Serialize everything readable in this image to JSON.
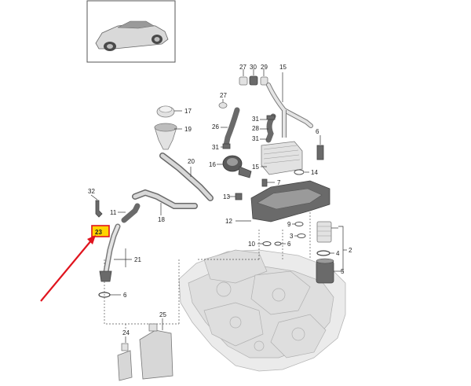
{
  "callouts": {
    "c27a": "27",
    "c30": "30",
    "c29": "29",
    "c15a": "15",
    "c27b": "27",
    "c17": "17",
    "c19": "19",
    "c31a": "31",
    "c26": "26",
    "c28": "28",
    "c31b": "31",
    "c31c": "31",
    "c15b": "15",
    "c16": "16",
    "c20": "20",
    "c7": "7",
    "c13": "13",
    "c32": "32",
    "c11": "11",
    "c18": "18",
    "c12": "12",
    "c14": "14",
    "c9": "9",
    "c3": "3",
    "c2": "2",
    "c4": "4",
    "c23": "23",
    "c21": "21",
    "c10": "10",
    "c6a": "6",
    "c6b": "6",
    "c6c": "6",
    "c5": "5",
    "c25": "25",
    "c24": "24"
  },
  "highlight": {
    "color": "#ffd400",
    "border": "#e0141e"
  },
  "arrow_color": "#e0141e"
}
